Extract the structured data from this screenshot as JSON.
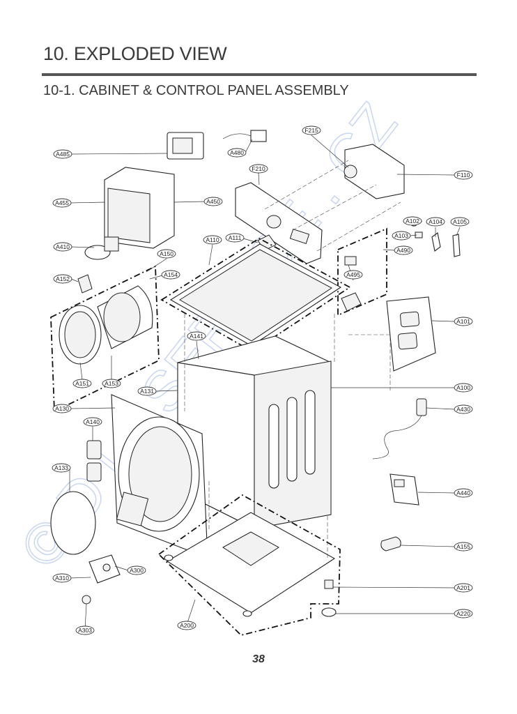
{
  "header": {
    "title": "10. EXPLODED VIEW",
    "subtitle": "10-1. CABINET  & CONTROL PANEL ASSEMBLY"
  },
  "footer": {
    "page_number": "38"
  },
  "labels": [
    "A485",
    "A480",
    "F215",
    "F210",
    "F110",
    "A455",
    "A450",
    "A102",
    "A104",
    "A105",
    "A103",
    "A410",
    "A111",
    "A110",
    "A150",
    "A490",
    "A154",
    "A152",
    "A495",
    "A101",
    "A141",
    "A131",
    "A151",
    "A153",
    "A100",
    "A130",
    "A430",
    "A140",
    "A133",
    "A440",
    "A155",
    "A300",
    "A310",
    "A201",
    "A303",
    "A200",
    "A220"
  ]
}
